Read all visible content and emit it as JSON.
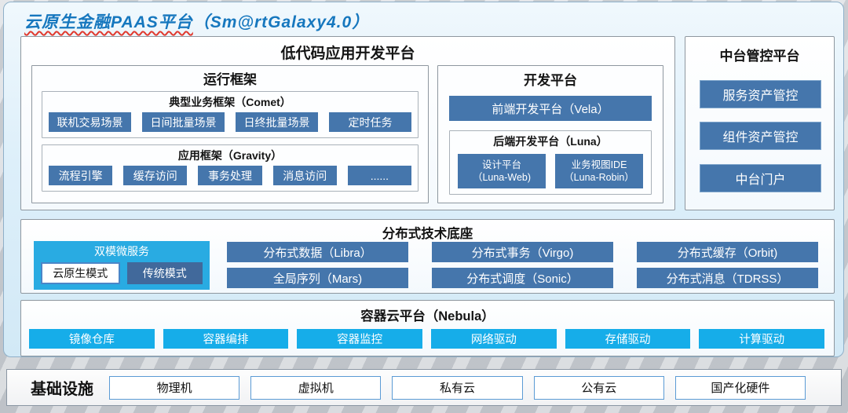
{
  "colors": {
    "title_blue": "#1677be",
    "underline_red": "#e03a2f",
    "steel_blue": "#4576ac",
    "cyan": "#29abe2",
    "nebula_cyan": "#16ade9"
  },
  "page": {
    "title_main": "云原生金融PAAS平台",
    "title_suffix": "（Sm@rtGalaxy4.0）"
  },
  "lowcode": {
    "title": "低代码应用开发平台",
    "runtime": {
      "title": "运行框架",
      "comet": {
        "title": "典型业务框架（Comet）",
        "items": [
          "联机交易场景",
          "日间批量场景",
          "日终批量场景",
          "定时任务"
        ]
      },
      "gravity": {
        "title": "应用框架（Gravity）",
        "items": [
          "流程引擎",
          "缓存访问",
          "事务处理",
          "消息访问",
          "......"
        ]
      }
    },
    "dev": {
      "title": "开发平台",
      "vela": "前端开发平台（Vela）",
      "luna": {
        "title": "后端开发平台（Luna）",
        "items": [
          {
            "line1": "设计平台",
            "line2": "（Luna-Web)"
          },
          {
            "line1": "业务视图IDE",
            "line2": "（Luna-Robin）"
          }
        ]
      }
    }
  },
  "midplatform": {
    "title": "中台管控平台",
    "items": [
      "服务资产管控",
      "组件资产管控",
      "中台门户"
    ]
  },
  "distributed": {
    "title": "分布式技术底座",
    "dualmode": {
      "title": "双模微服务",
      "cloud_native": "云原生模式",
      "traditional": "传统模式"
    },
    "items": [
      "分布式数据（Libra）",
      "分布式事务（Virgo)",
      "分布式缓存（Orbit)",
      "全局序列（Mars)",
      "分布式调度（Sonic）",
      "分布式消息（TDRSS）"
    ]
  },
  "nebula": {
    "title": "容器云平台（Nebula）",
    "items": [
      "镜像仓库",
      "容器编排",
      "容器监控",
      "网络驱动",
      "存储驱动",
      "计算驱动"
    ]
  },
  "infra": {
    "title": "基础设施",
    "items": [
      "物理机",
      "虚拟机",
      "私有云",
      "公有云",
      "国产化硬件"
    ]
  }
}
